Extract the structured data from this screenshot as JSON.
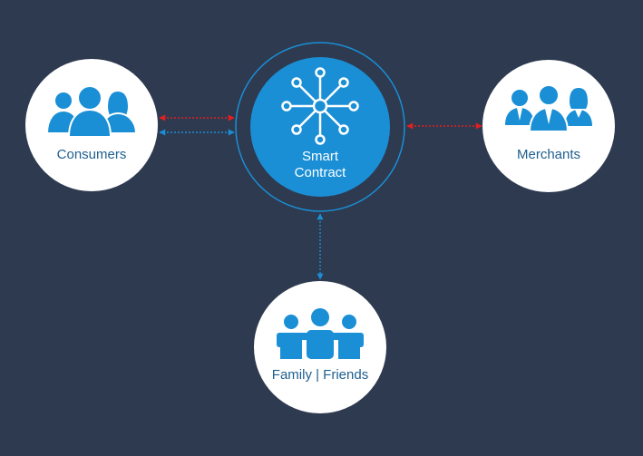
{
  "nodes": {
    "consumers": {
      "label": "Consumers",
      "icon": "consumers-group-icon"
    },
    "merchants": {
      "label": "Merchants",
      "icon": "merchants-group-icon"
    },
    "family": {
      "label": "Family | Friends",
      "icon": "family-friends-icon"
    },
    "center": {
      "line1": "Smart",
      "line2": "Contract",
      "icon": "network-hub-icon"
    }
  },
  "colors": {
    "background": "#2e3a50",
    "node_fill": "#ffffff",
    "accent_blue": "#1a8fd6",
    "label_text": "#1e5f8f",
    "arrow_red": "#e02020",
    "arrow_blue": "#1a8fd6"
  }
}
